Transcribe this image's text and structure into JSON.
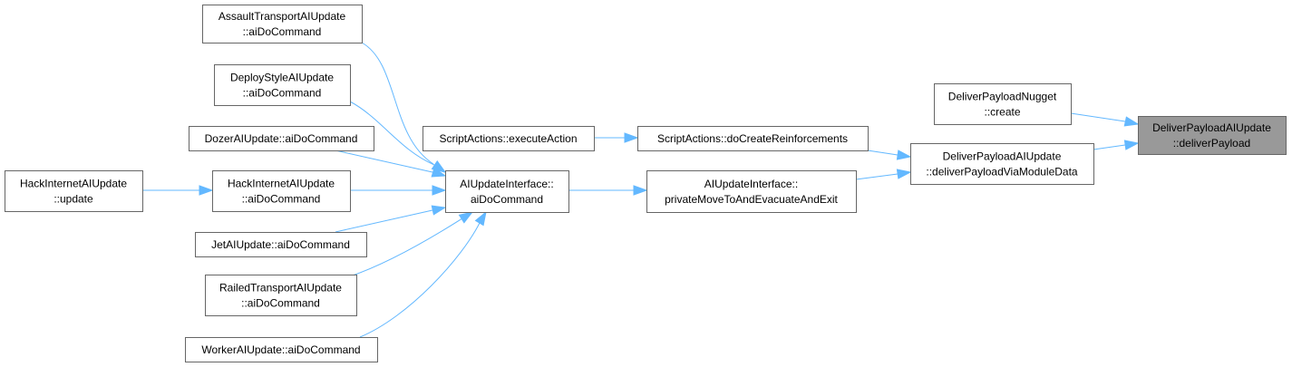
{
  "graph": {
    "colors": {
      "edge": "#63b8ff",
      "node_border": "#666666",
      "node_fill": "#ffffff",
      "root_fill": "#999999"
    },
    "nodes": [
      {
        "id": "root",
        "lines": [
          "DeliverPayloadAIUpdate",
          "::deliverPayload"
        ],
        "root": true
      },
      {
        "id": "nugget_create",
        "lines": [
          "DeliverPayloadNugget",
          "::create"
        ]
      },
      {
        "id": "via_module",
        "lines": [
          "DeliverPayloadAIUpdate",
          "::deliverPayloadViaModuleData"
        ]
      },
      {
        "id": "do_create_reinf",
        "lines": [
          "ScriptActions::doCreateReinforcements"
        ]
      },
      {
        "id": "private_move",
        "lines": [
          "AIUpdateInterface::",
          "privateMoveToAndEvacuateAndExit"
        ]
      },
      {
        "id": "execute_action",
        "lines": [
          "ScriptActions::executeAction"
        ]
      },
      {
        "id": "ai_do_command",
        "lines": [
          "AIUpdateInterface::",
          "aiDoCommand"
        ]
      },
      {
        "id": "assault",
        "lines": [
          "AssaultTransportAIUpdate",
          "::aiDoCommand"
        ]
      },
      {
        "id": "deploy",
        "lines": [
          "DeployStyleAIUpdate",
          "::aiDoCommand"
        ]
      },
      {
        "id": "dozer",
        "lines": [
          "DozerAIUpdate::aiDoCommand"
        ]
      },
      {
        "id": "hack_cmd",
        "lines": [
          "HackInternetAIUpdate",
          "::aiDoCommand"
        ]
      },
      {
        "id": "hack_update",
        "lines": [
          "HackInternetAIUpdate",
          "::update"
        ]
      },
      {
        "id": "jet",
        "lines": [
          "JetAIUpdate::aiDoCommand"
        ]
      },
      {
        "id": "railed",
        "lines": [
          "RailedTransportAIUpdate",
          "::aiDoCommand"
        ]
      },
      {
        "id": "worker",
        "lines": [
          "WorkerAIUpdate::aiDoCommand"
        ]
      }
    ],
    "edges": [
      {
        "from": "nugget_create",
        "to": "root"
      },
      {
        "from": "via_module",
        "to": "root"
      },
      {
        "from": "do_create_reinf",
        "to": "via_module"
      },
      {
        "from": "private_move",
        "to": "via_module"
      },
      {
        "from": "execute_action",
        "to": "do_create_reinf"
      },
      {
        "from": "ai_do_command",
        "to": "private_move"
      },
      {
        "from": "assault",
        "to": "ai_do_command"
      },
      {
        "from": "deploy",
        "to": "ai_do_command"
      },
      {
        "from": "dozer",
        "to": "ai_do_command"
      },
      {
        "from": "hack_cmd",
        "to": "ai_do_command"
      },
      {
        "from": "jet",
        "to": "ai_do_command"
      },
      {
        "from": "railed",
        "to": "ai_do_command"
      },
      {
        "from": "worker",
        "to": "ai_do_command"
      },
      {
        "from": "hack_update",
        "to": "hack_cmd"
      }
    ]
  }
}
